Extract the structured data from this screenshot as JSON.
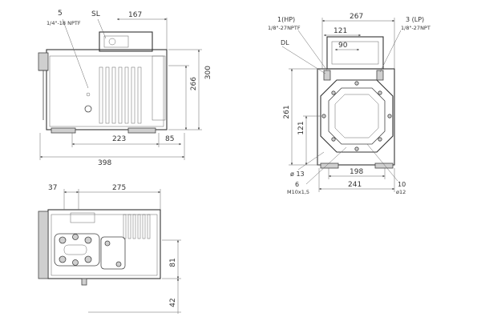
{
  "side_view": {
    "label_5": "5",
    "label_5_thread": "1/4\"-18 NPTF",
    "label_sl": "SL",
    "dim_167": "167",
    "dim_300": "300",
    "dim_266": "266",
    "dim_223": "223",
    "dim_85": "85",
    "dim_398": "398"
  },
  "front_view": {
    "label_1hp": "1(HP)",
    "label_1hp_thread": "1/8\"-27NPTF",
    "label_3lp": "3 (LP)",
    "label_3lp_thread": "1/8\"-27NPT",
    "dim_267": "267",
    "dim_121_top": "121",
    "dim_90": "90",
    "label_dl": "DL",
    "dim_261": "261",
    "dim_121_left": "121",
    "label_dia13": "ø 13",
    "label_6": "6",
    "label_6_thread": "M10x1,5",
    "dim_198": "198",
    "dim_241": "241",
    "label_10": "10",
    "label_dia12": "ø12"
  },
  "top_view": {
    "dim_37": "37",
    "dim_275": "275",
    "dim_81": "81",
    "dim_42": "42"
  }
}
